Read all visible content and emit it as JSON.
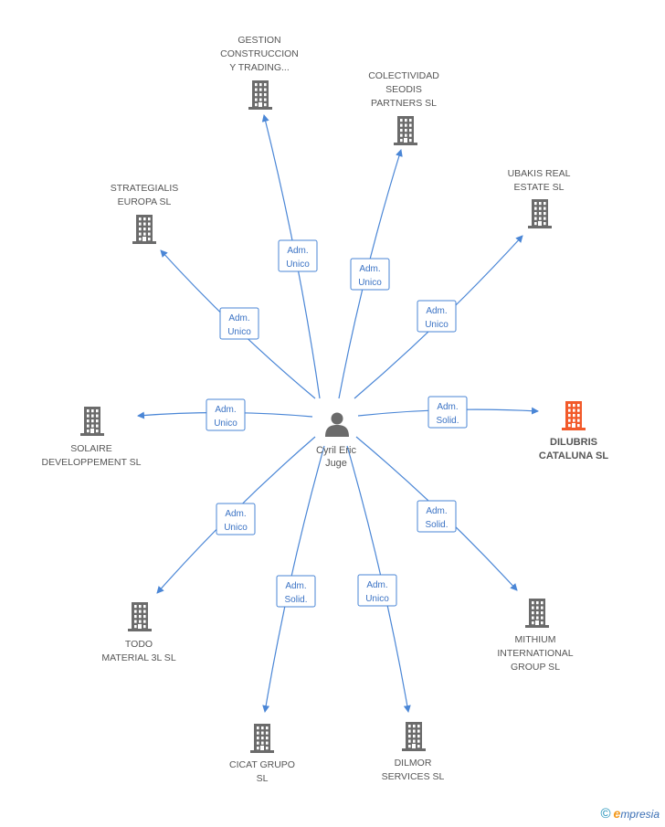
{
  "person": {
    "name_line1": "Cyril Eric",
    "name_line2": "Juge"
  },
  "colors": {
    "edge": "#4a86d6",
    "building": "#6b6b6b",
    "building_main": "#f25a2a"
  },
  "nodes": [
    {
      "id": "gestion",
      "lines": [
        "GESTION",
        "CONSTRUCCION",
        "Y TRADING..."
      ],
      "role": [
        "Adm.",
        "Unico"
      ],
      "main": false
    },
    {
      "id": "colectividad",
      "lines": [
        "COLECTIVIDAD",
        "SEODIS",
        "PARTNERS SL"
      ],
      "role": [
        "Adm.",
        "Unico"
      ],
      "main": false
    },
    {
      "id": "ubakis",
      "lines": [
        "UBAKIS REAL",
        "ESTATE SL"
      ],
      "role": [
        "Adm.",
        "Unico"
      ],
      "main": false
    },
    {
      "id": "strategialis",
      "lines": [
        "STRATEGIALIS",
        "EUROPA SL"
      ],
      "role": [
        "Adm.",
        "Unico"
      ],
      "main": false
    },
    {
      "id": "solaire",
      "lines": [
        "SOLAIRE",
        "DEVELOPPEMENT SL"
      ],
      "role": [
        "Adm.",
        "Unico"
      ],
      "main": false
    },
    {
      "id": "dilubris",
      "lines": [
        "DILUBRIS",
        "CATALUNA SL"
      ],
      "role": [
        "Adm.",
        "Solid."
      ],
      "main": true
    },
    {
      "id": "todo",
      "lines": [
        "TODO",
        "MATERIAL 3L SL"
      ],
      "role": [
        "Adm.",
        "Unico"
      ],
      "main": false
    },
    {
      "id": "mithium",
      "lines": [
        "MITHIUM",
        "INTERNATIONAL",
        "GROUP  SL"
      ],
      "role": [
        "Adm.",
        "Solid."
      ],
      "main": false
    },
    {
      "id": "cicat",
      "lines": [
        "CICAT GRUPO",
        "SL"
      ],
      "role": [
        "Adm.",
        "Solid."
      ],
      "main": false
    },
    {
      "id": "dilmor",
      "lines": [
        "DILMOR",
        "SERVICES  SL"
      ],
      "role": [
        "Adm.",
        "Unico"
      ],
      "main": false
    }
  ],
  "copyright": {
    "symbol": "©",
    "brand_e": "e",
    "brand_rest": "mpresia"
  }
}
